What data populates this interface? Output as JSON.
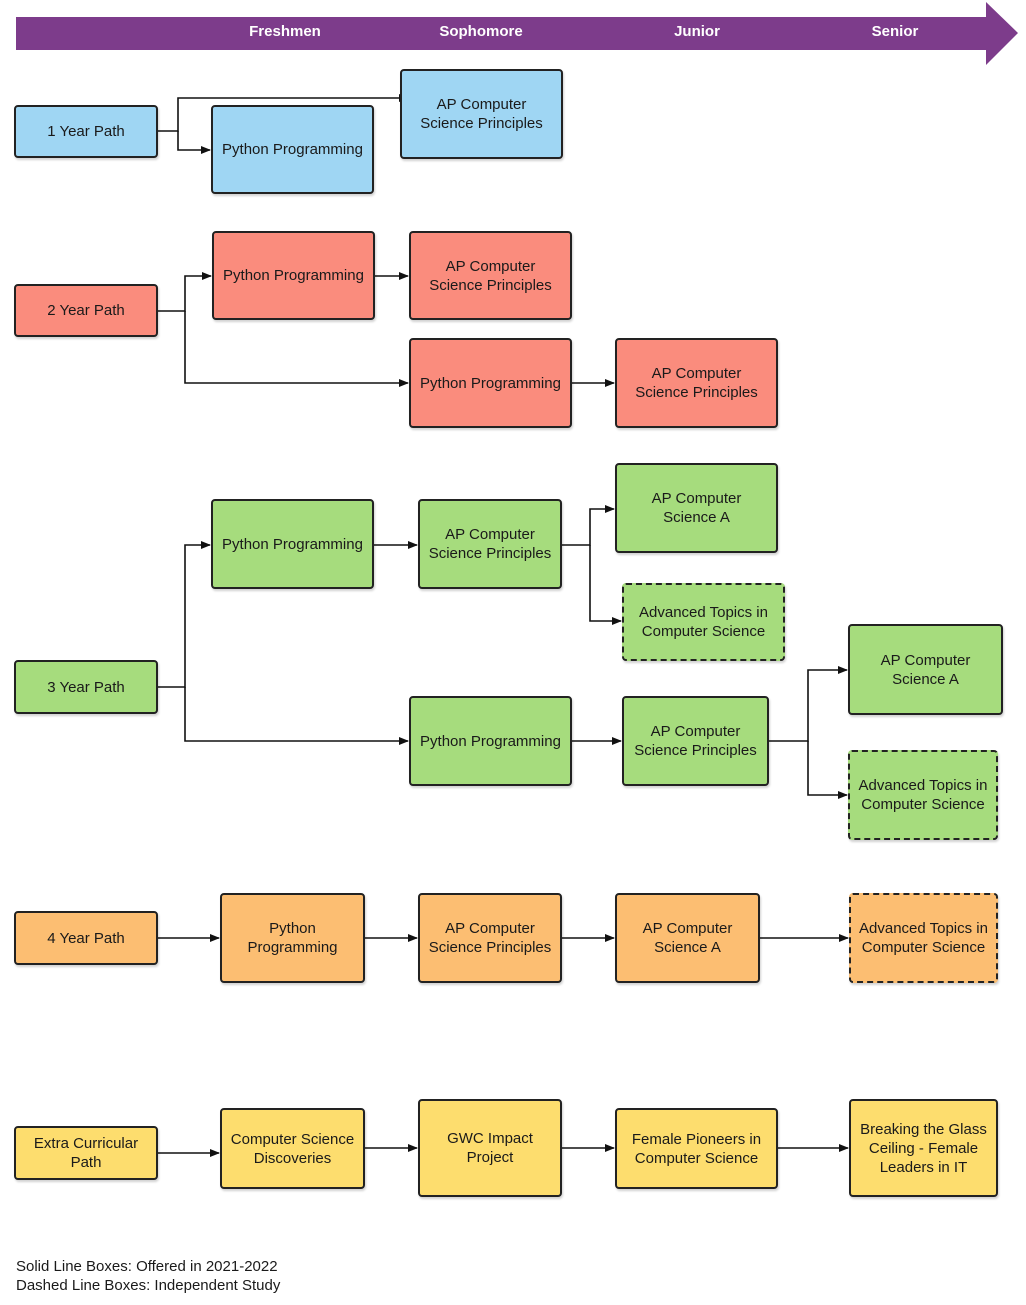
{
  "banner": {
    "color": "#7d3c8b",
    "years": [
      "Freshmen",
      "Sophomore",
      "Junior",
      "Senior"
    ]
  },
  "colors": {
    "one_year": "#9fd6f3",
    "two_year": "#fa8c7d",
    "three_year": "#a6dc7d",
    "four_year": "#fcbe72",
    "extra": "#fddd6e"
  },
  "paths": {
    "one_year": {
      "label": "1 Year Path",
      "python": "Python Programming",
      "apcsp": "AP Computer Science Principles"
    },
    "two_year": {
      "label": "2 Year Path",
      "a_python": "Python Programming",
      "a_apcsp": "AP Computer Science Principles",
      "b_python": "Python Programming",
      "b_apcsp": "AP Computer Science Principles"
    },
    "three_year": {
      "label": "3 Year Path",
      "a_python": "Python Programming",
      "a_apcsp": "AP Computer Science Principles",
      "a_apcsa": "AP Computer Science A",
      "a_adv": "Advanced Topics in Computer Science",
      "b_python": "Python Programming",
      "b_apcsp": "AP Computer Science Principles",
      "b_apcsa": "AP Computer Science A",
      "b_adv": "Advanced Topics in Computer Science"
    },
    "four_year": {
      "label": "4 Year Path",
      "python": "Python Programming",
      "apcsp": "AP Computer Science Principles",
      "apcsa": "AP Computer Science A",
      "adv": "Advanced Topics in Computer Science"
    },
    "extra": {
      "label": "Extra Curricular Path",
      "discoveries": "Computer Science Discoveries",
      "gwc": "GWC Impact Project",
      "pioneers": "Female Pioneers in Computer Science",
      "ceiling": "Breaking the Glass Ceiling - Female Leaders in IT"
    }
  },
  "legend": {
    "solid": "Solid Line Boxes: Offered in 2021-2022",
    "dashed": "Dashed Line Boxes: Independent Study"
  }
}
